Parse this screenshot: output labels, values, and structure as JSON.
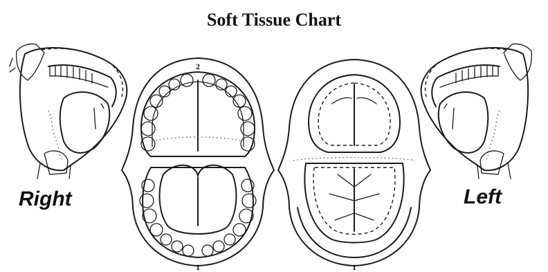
{
  "title": "Soft Tissue Chart",
  "labels": {
    "right": "Right",
    "left": "Left"
  },
  "markers": {
    "upper_midline": "2",
    "lower_midline_left_view": "1",
    "lower_midline_right_view": "1"
  },
  "icons": [
    "right-buccal-view-illustration",
    "maxilla-mandible-illustration",
    "palate-floor-illustration",
    "left-buccal-view-illustration"
  ]
}
